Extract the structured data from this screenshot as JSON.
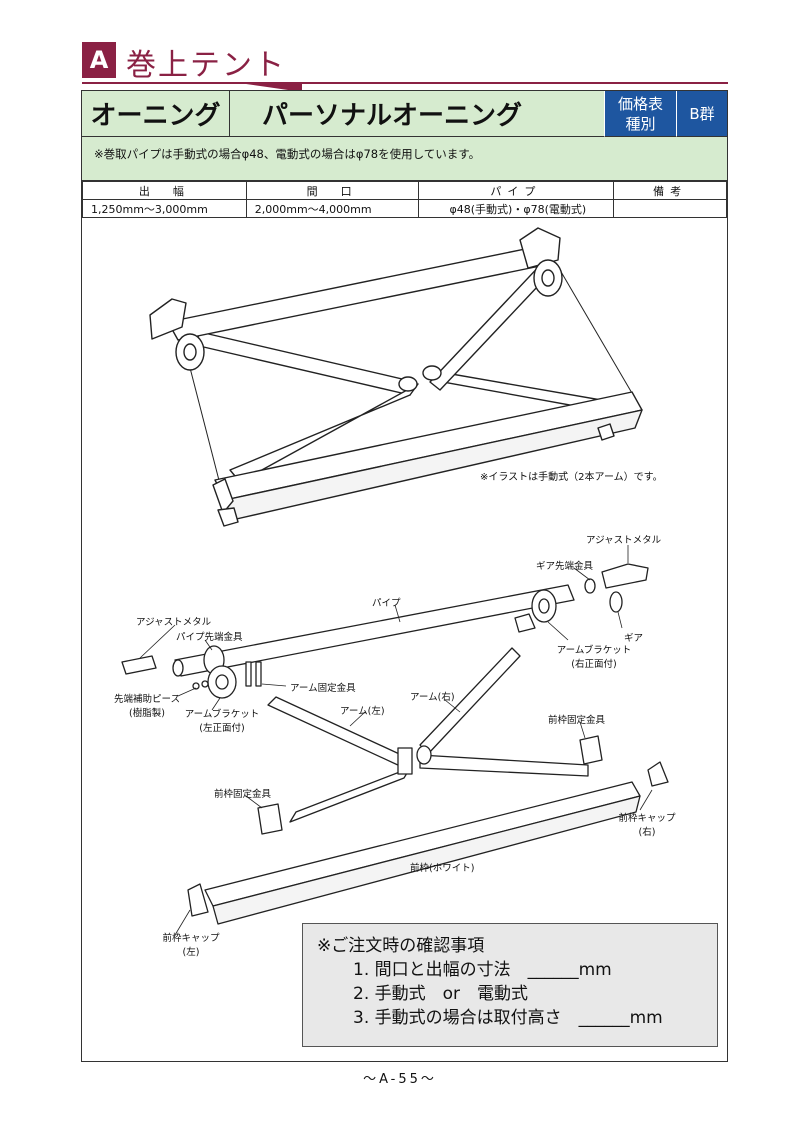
{
  "section": {
    "badge": "A",
    "title": "巻上テント"
  },
  "header": {
    "category": "オーニング",
    "product": "パーソナルオーニング",
    "price_table_line1": "価格表",
    "price_table_line2": "種別",
    "group": "B群"
  },
  "note": "※巻取パイプは手動式の場合φ48、電動式の場合はφ78を使用しています。",
  "spec_table": {
    "headers": [
      "出　幅",
      "間　口",
      "パイプ",
      "備考"
    ],
    "row": [
      "1,250mm～3,000mm",
      "2,000mm～4,000mm",
      "φ48(手動式)・φ78(電動式)",
      ""
    ]
  },
  "illustration_note": "※イラストは手動式（2本アーム）です。",
  "parts": {
    "adjust_metal_right": "アジャストメタル",
    "gear_tip_fitting": "ギア先端金具",
    "pipe": "パイプ",
    "adjust_metal_left": "アジャストメタル",
    "pipe_tip_fitting": "パイプ先端金具",
    "gear": "ギア",
    "arm_bracket_right_1": "アームブラケット",
    "arm_bracket_right_2": "(右正面付)",
    "arm_fixing": "アーム固定金具",
    "tip_aux_piece_1": "先端補助ピース",
    "tip_aux_piece_2": "(樹脂製)",
    "arm_bracket_left_1": "アームブラケット",
    "arm_bracket_left_2": "(左正面付)",
    "arm_right": "アーム(右)",
    "arm_left": "アーム(左)",
    "front_frame_fixing_right": "前枠固定金具",
    "front_frame_fixing_left": "前枠固定金具",
    "front_frame_cap_right_1": "前枠キャップ",
    "front_frame_cap_right_2": "(右)",
    "front_frame": "前枠(ホワイト)",
    "front_frame_cap_left_1": "前枠キャップ",
    "front_frame_cap_left_2": "(左)"
  },
  "confirm": {
    "title": "※ご注文時の確認事項",
    "items": [
      "1. 間口と出幅の寸法　______mm",
      "2. 手動式　or　電動式",
      "3. 手動式の場合は取付高さ　______mm"
    ]
  },
  "page_number": "～A-55～"
}
